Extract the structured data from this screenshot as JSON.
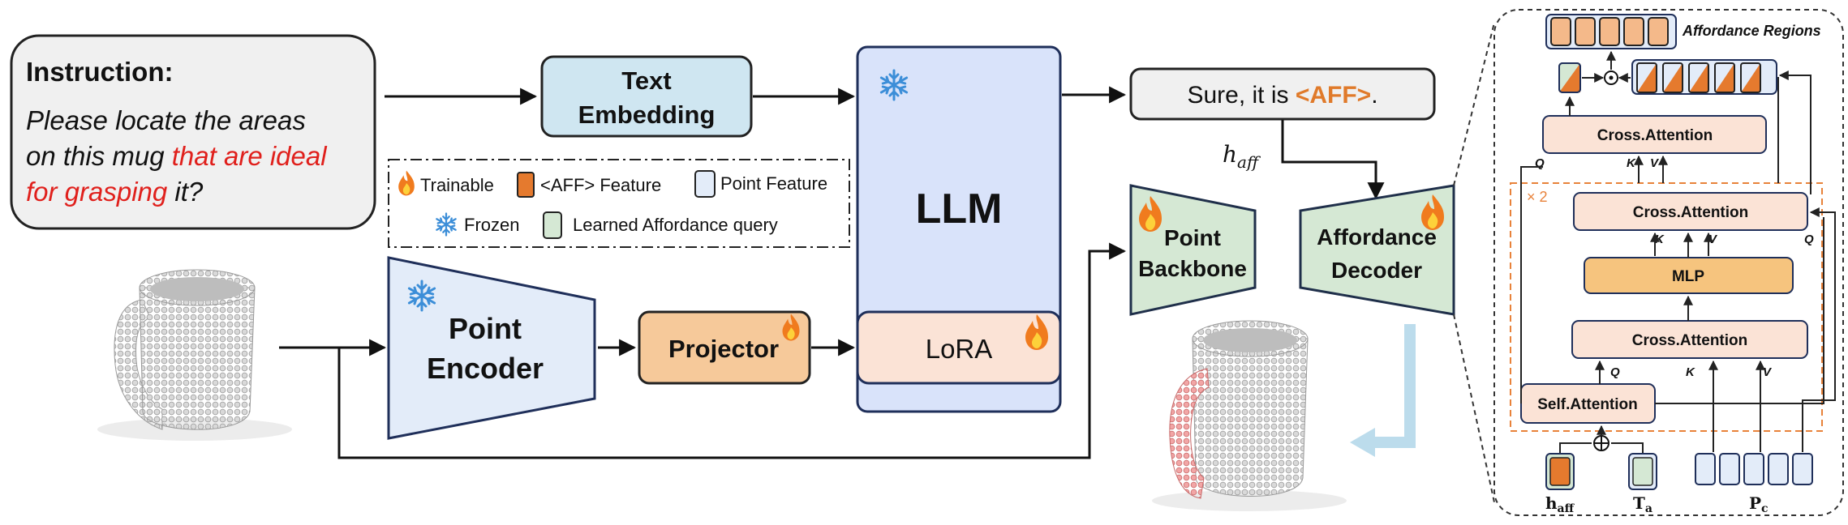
{
  "instruction": {
    "title": "Instruction:",
    "line1": "Please locate the areas",
    "line2_prefix": "on this mug ",
    "line2_red": "that are ideal",
    "line3_red": "for grasping",
    "line3_suffix": " it?"
  },
  "text_embedding": {
    "line1": "Text",
    "line2": "Embedding"
  },
  "llm": {
    "label": "LLM",
    "lora": "LoRA"
  },
  "point_encoder": {
    "line1": "Point",
    "line2": "Encoder"
  },
  "projector": {
    "label": "Projector"
  },
  "response": {
    "prefix": "Sure, it is ",
    "token": "<AFF>",
    "suffix": "."
  },
  "h_aff_label": {
    "base": "h",
    "sub": "aff"
  },
  "point_backbone": {
    "line1": "Point",
    "line2": "Backbone"
  },
  "affordance_decoder": {
    "line1": "Affordance",
    "line2": "Decoder"
  },
  "legend": {
    "trainable": "Trainable",
    "aff_feature": "<AFF> Feature",
    "point_feature": "Point Feature",
    "frozen": "Frozen",
    "learned_query": "Learned Affordance query"
  },
  "decoder_detail": {
    "title": "Affordance Regions",
    "cross_attention": "Cross.Attention",
    "mlp": "MLP",
    "self_attention": "Self.Attention",
    "repeat": "× 2",
    "q": "Q",
    "k": "K",
    "v": "V",
    "inputs": {
      "h_aff": {
        "base": "h",
        "sub": "aff"
      },
      "t_a": {
        "base": "T",
        "sub": "a"
      },
      "p_c": {
        "base": "P",
        "sub": "c"
      }
    }
  },
  "colors": {
    "text_embedding": "#cfe6f1",
    "llm": "#d9e3fa",
    "lora": "#fbe3d6",
    "projector": "#f6c99a",
    "point_encoder": "#e3ecf9",
    "point_backbone": "#d5e8d4",
    "attention": "#fbe3d6",
    "mlp": "#f6c47e",
    "aff_feature": "#e57a2e",
    "point_feature": "#e3ecf9",
    "learned_query": "#d5e8d4",
    "highlight_red": "#e0201c",
    "aff_token": "#e07a2a",
    "dashed_orange": "#e8823a"
  },
  "icons": [
    "fire-icon",
    "snowflake-icon",
    "mug-image",
    "segmented-mug-image"
  ]
}
